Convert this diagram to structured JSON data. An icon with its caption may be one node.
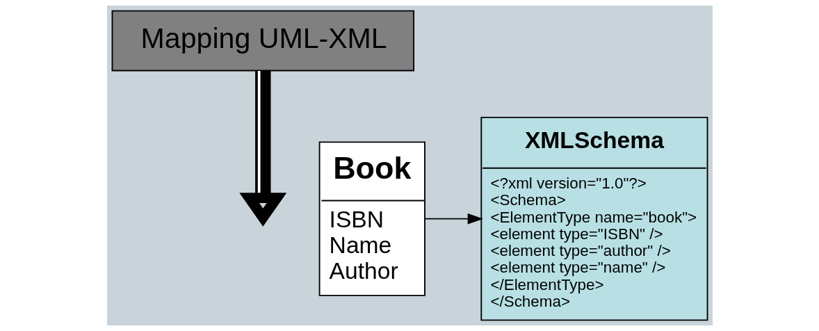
{
  "diagram": {
    "nodes": [
      {
        "text": [
          "Mapping UML-XML"
        ]
      },
      {
        "text": [
          "Book",
          "ISBN",
          "Name",
          "Author"
        ]
      },
      {
        "text": [
          "XMLSchema",
          "<?xml version=\"1.0\"?>",
          "<Schema>",
          "<ElementType name=\"book\">",
          "<element type=\"ISBN\" />",
          "<element type=\"author\" />",
          "<element type=\"name\" />",
          "</ElementType>",
          "</Schema>"
        ]
      }
    ],
    "edges": [
      {
        "from": 0,
        "to": null,
        "arrow": "to",
        "style": "thick"
      },
      {
        "from": 1,
        "to": 2,
        "arrow": "to"
      }
    ]
  }
}
